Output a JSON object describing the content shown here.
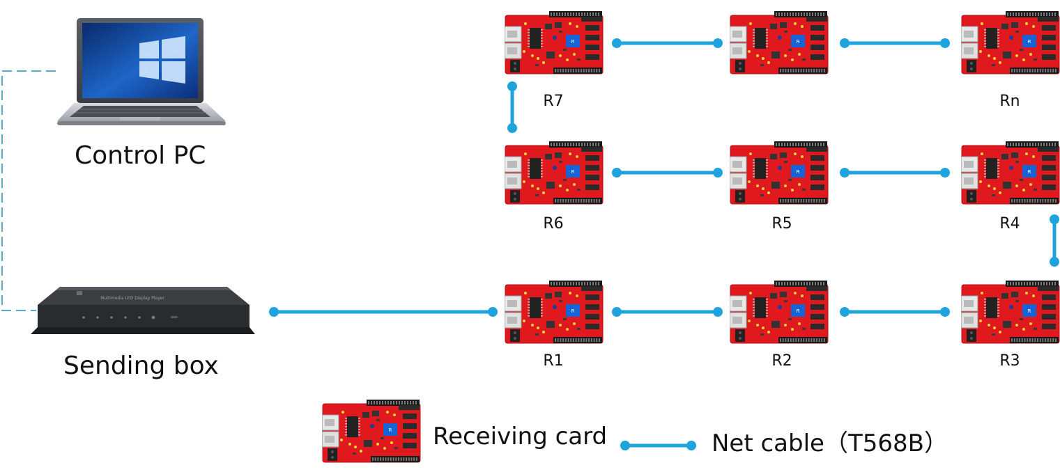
{
  "devices": {
    "control_pc": {
      "label": "Control PC"
    },
    "sending_box": {
      "label": "Sending box",
      "faceplate_text": "Multimedia LED Display Player"
    }
  },
  "receiving_cards": [
    {
      "id": "R1",
      "label": "R1"
    },
    {
      "id": "R2",
      "label": "R2"
    },
    {
      "id": "R3",
      "label": "R3"
    },
    {
      "id": "R4",
      "label": "R4"
    },
    {
      "id": "R5",
      "label": "R5"
    },
    {
      "id": "R6",
      "label": "R6"
    },
    {
      "id": "R7",
      "label": "R7"
    },
    {
      "id": "R8",
      "label": ""
    },
    {
      "id": "Rn",
      "label": "Rn"
    }
  ],
  "connections": [
    {
      "from": "control_pc",
      "to": "sending_box",
      "style": "dashed"
    },
    {
      "from": "sending_box",
      "to": "R1",
      "style": "net-cable"
    },
    {
      "from": "R1",
      "to": "R2",
      "style": "net-cable"
    },
    {
      "from": "R2",
      "to": "R3",
      "style": "net-cable"
    },
    {
      "from": "R3",
      "to": "R4",
      "style": "net-cable"
    },
    {
      "from": "R4",
      "to": "R5",
      "style": "net-cable"
    },
    {
      "from": "R5",
      "to": "R6",
      "style": "net-cable"
    },
    {
      "from": "R6",
      "to": "R7",
      "style": "net-cable"
    },
    {
      "from": "R7",
      "to": "R8",
      "style": "net-cable"
    },
    {
      "from": "R8",
      "to": "Rn",
      "style": "net-cable"
    }
  ],
  "legend": {
    "receiving_card": "Receiving card",
    "net_cable": "Net cable（T568B）"
  },
  "colors": {
    "cable": "#1ea3dc",
    "dashed_link": "#5aa9c9",
    "board": "#e0191e",
    "chip_blue": "#1565d8"
  }
}
